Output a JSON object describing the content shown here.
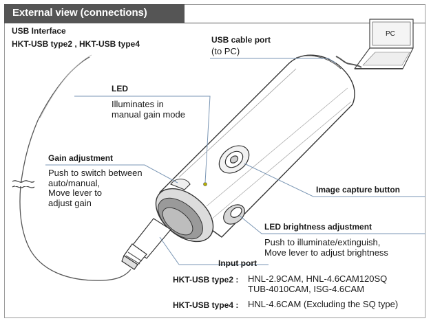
{
  "header": {
    "title": "External view (connections)"
  },
  "product": {
    "line1": "USB Interface",
    "line2": "HKT-USB type2 , HKT-USB type4"
  },
  "callouts": {
    "usb_cable_port": {
      "title": "USB cable port",
      "desc": "(to PC)"
    },
    "led": {
      "title": "LED",
      "desc": [
        "Illuminates in",
        "manual gain mode"
      ]
    },
    "gain_adjustment": {
      "title": "Gain adjustment",
      "desc": [
        "Push to switch between",
        "auto/manual,",
        "Move lever to",
        "adjust gain"
      ]
    },
    "image_capture_button": {
      "title": "Image capture button"
    },
    "led_brightness": {
      "title": "LED brightness adjustment",
      "desc": [
        "Push to illuminate/extinguish,",
        "Move lever to adjust brightness"
      ]
    },
    "input_port": {
      "title": "Input port"
    }
  },
  "laptop": {
    "screen_label": "PC"
  },
  "compatibility": {
    "type2_label": "HKT-USB type2 :",
    "type2_line1": "HNL-2.9CAM, HNL-4.6CAM120SQ",
    "type2_line2": "TUB-4010CAM, ISG-4.6CAM",
    "type4_label": "HKT-USB type4 :",
    "type4_line1": "HNL-4.6CAM (Excluding the SQ type)"
  }
}
